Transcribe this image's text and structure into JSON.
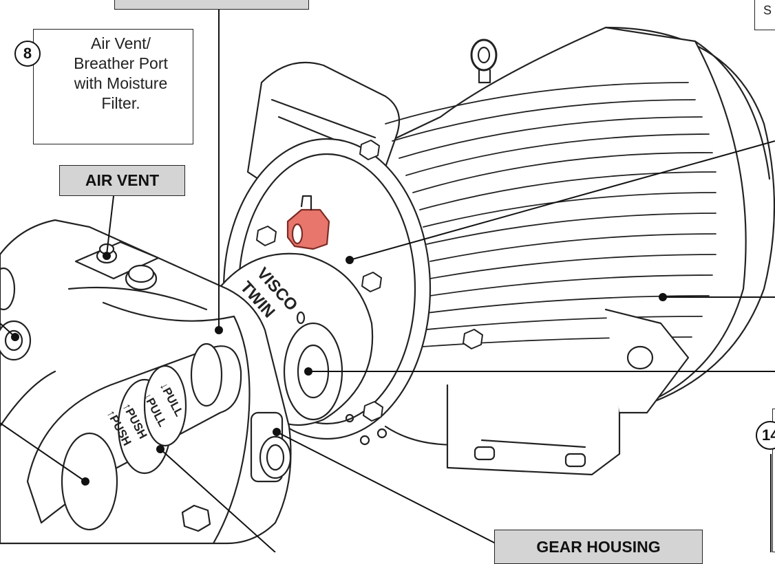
{
  "callouts": {
    "air_vent": {
      "number": "8",
      "description_line1": "Air Vent/",
      "description_line2": "Breather Port",
      "description_line3": "with Moisture",
      "description_line4": "Filter.",
      "label": "AIR VENT"
    },
    "gear_housing": {
      "label": "GEAR HOUSING"
    },
    "right_bottom_number": "14",
    "right_top_partial": "S"
  },
  "product_marking": {
    "line1": "VISCO",
    "line2": "TWIN"
  },
  "shaft_markings": {
    "pull": "PULL",
    "push": "PUSH"
  },
  "colors": {
    "label_fill": "#d4d4d4",
    "accent_part": "#e8766c",
    "line": "#111111"
  }
}
